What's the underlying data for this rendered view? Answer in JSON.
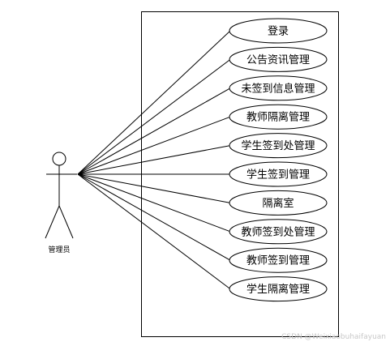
{
  "diagram": {
    "actor": {
      "label": "管理员"
    },
    "use_cases": [
      {
        "label": "登录"
      },
      {
        "label": "公告资讯管理"
      },
      {
        "label": "未签到信息管理"
      },
      {
        "label": "教师隔离管理"
      },
      {
        "label": "学生签到处管理"
      },
      {
        "label": "学生签到管理"
      },
      {
        "label": "隔离室"
      },
      {
        "label": "教师签到处管理"
      },
      {
        "label": "教师签到管理"
      },
      {
        "label": "学生隔离管理"
      }
    ]
  },
  "watermark": {
    "text": "CSDN @Weixiaobuhaifayuan"
  }
}
